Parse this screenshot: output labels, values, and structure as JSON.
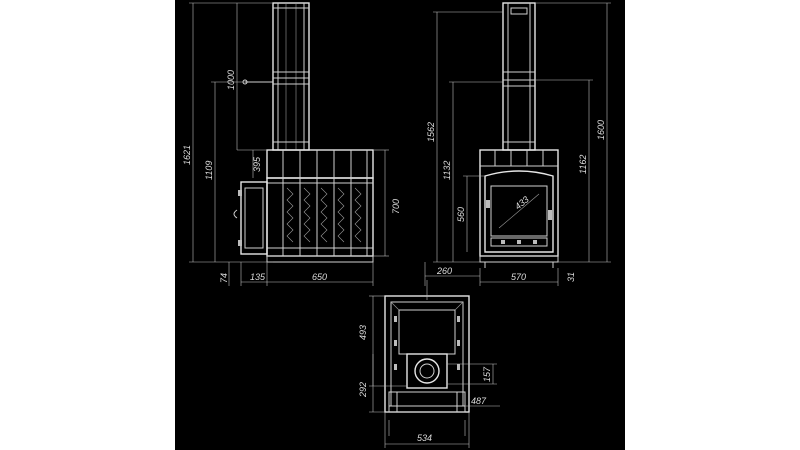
{
  "colors": {
    "background": "#000000",
    "page": "#ffffff",
    "line": "#d0d0d0",
    "dimension": "#bdbdbd",
    "text": "#dcdcdc"
  },
  "dimensions": {
    "side_chimney_height": "1000",
    "side_total_height": "1621",
    "side_tank_height": "1109",
    "side_top_offset": "395",
    "side_body_height": "700",
    "side_base_height": "74",
    "side_door_depth": "135",
    "side_width": "650",
    "front_total_height": "1600",
    "front_height_1562": "1562",
    "front_height_1132": "1132",
    "front_height_1162": "1162",
    "front_door_height": "560",
    "front_glass": "433",
    "front_offset_260": "260",
    "front_width": "570",
    "front_leg": "31",
    "top_depth": "493",
    "top_flue_offset": "292",
    "top_flue_dia": "157",
    "top_inner_width": "487",
    "top_width": "534"
  }
}
